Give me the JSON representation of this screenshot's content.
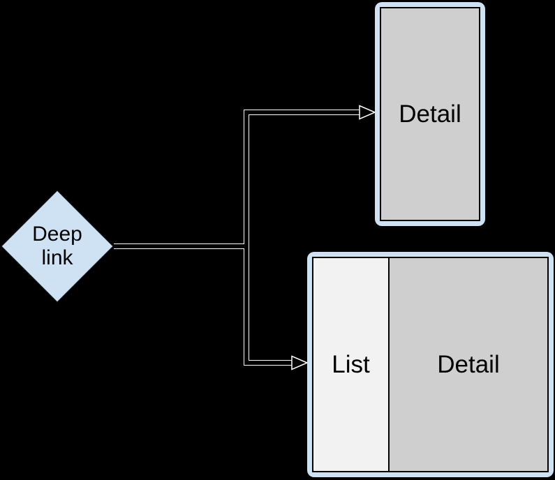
{
  "canvas": {
    "background": "#000000"
  },
  "colors": {
    "node_blue": "#cfe2f3",
    "screen_gray": "#d0cfcf",
    "list_gray": "#f2f2f2",
    "line_casing": "#ffffff",
    "line_core": "#000000",
    "text": "#000000"
  },
  "nodes": {
    "deep_link": {
      "label": "Deep\nlink",
      "shape": "diamond"
    },
    "phone": {
      "label": "Detail",
      "type": "single-pane-mockup"
    },
    "tablet": {
      "list_label": "List",
      "detail_label": "Detail",
      "type": "two-pane-mockup"
    }
  },
  "connectors": [
    {
      "from": "deep_link",
      "to": "phone",
      "style": "open-arrow"
    },
    {
      "from": "deep_link",
      "to": "tablet",
      "style": "open-arrow"
    }
  ]
}
